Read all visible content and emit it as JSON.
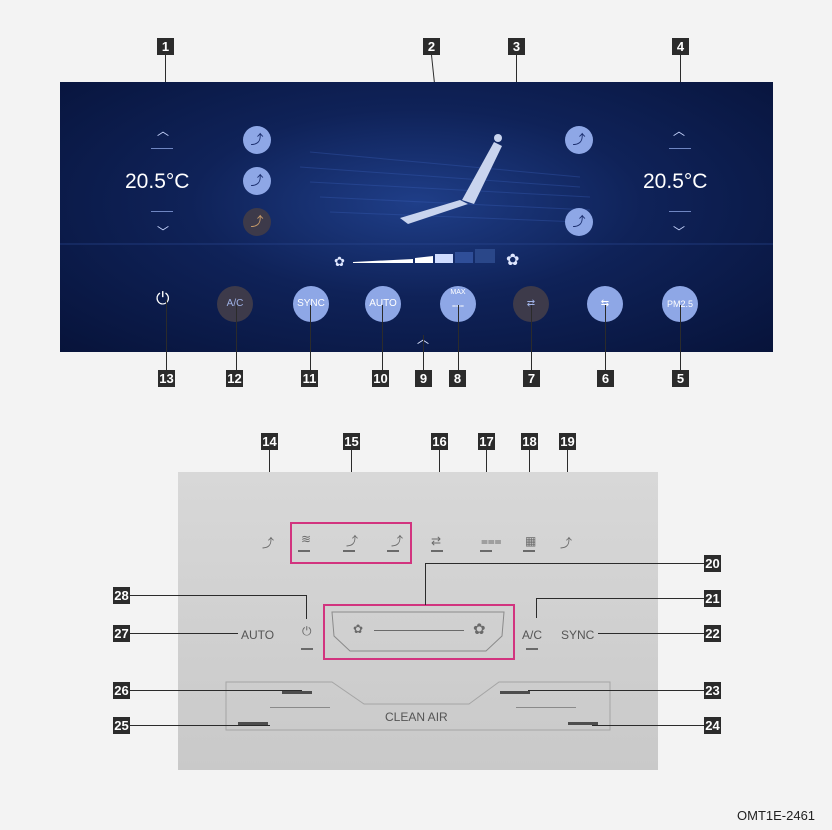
{
  "screen": {
    "left_temp": "20.5°C",
    "right_temp": "20.5°C",
    "buttons": {
      "ac": "A/C",
      "sync": "SYNC",
      "auto": "AUTO",
      "max_defrost": "MAX",
      "pm25": "PM2.5"
    }
  },
  "panel": {
    "auto_label": "AUTO",
    "ac_label": "A/C",
    "sync_label": "SYNC",
    "clean_air_label": "CLEAN AIR"
  },
  "callouts": [
    "1",
    "2",
    "3",
    "4",
    "5",
    "6",
    "7",
    "8",
    "9",
    "10",
    "11",
    "12",
    "13",
    "14",
    "15",
    "16",
    "17",
    "18",
    "19",
    "20",
    "21",
    "22",
    "23",
    "24",
    "25",
    "26",
    "27",
    "28"
  ],
  "figure_code": "OMT1E-2461",
  "colors": {
    "screen_bg": "#0f2258",
    "button_blue": "#8ea7e6",
    "button_dark": "#3d3a4a",
    "panel_bg": "#d0d0d0",
    "highlight": "#d2347f",
    "callout_bg": "#2b2b2b"
  },
  "icons": [
    "power-icon",
    "seat-vent-icon",
    "seat-heat-icon",
    "steering-heat-icon",
    "fan-icon",
    "recirculation-icon",
    "fresh-air-icon",
    "max-defrost-icon",
    "rear-defrost-icon",
    "front-defrost-icon",
    "chevron-up-icon",
    "chevron-down-icon"
  ]
}
